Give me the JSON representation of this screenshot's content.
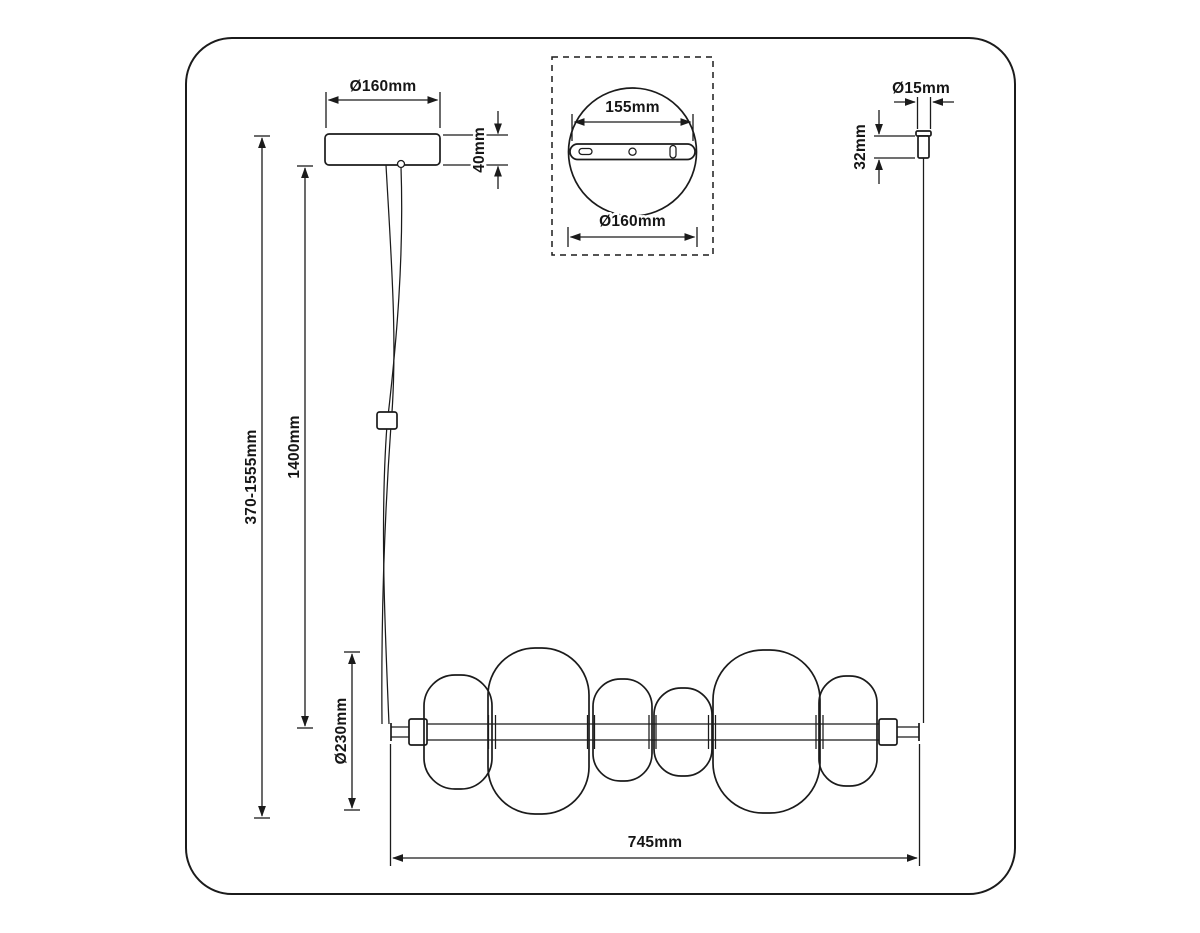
{
  "meta": {
    "title": "Pendant lamp dimension drawing",
    "line_color": "#1b1b1b",
    "background_color": "#ffffff"
  },
  "dimensions": {
    "canopy_diameter_side": "Ø160mm",
    "canopy_height": "40mm",
    "mount_hole_spacing": "155mm",
    "canopy_diameter_top": "Ø160mm",
    "cord_grip_diameter": "Ø15mm",
    "cord_grip_height": "32mm",
    "overall_height_range": "370-1555mm",
    "suspension_length": "1400mm",
    "shade_height": "Ø230mm",
    "fixture_length": "745mm"
  }
}
